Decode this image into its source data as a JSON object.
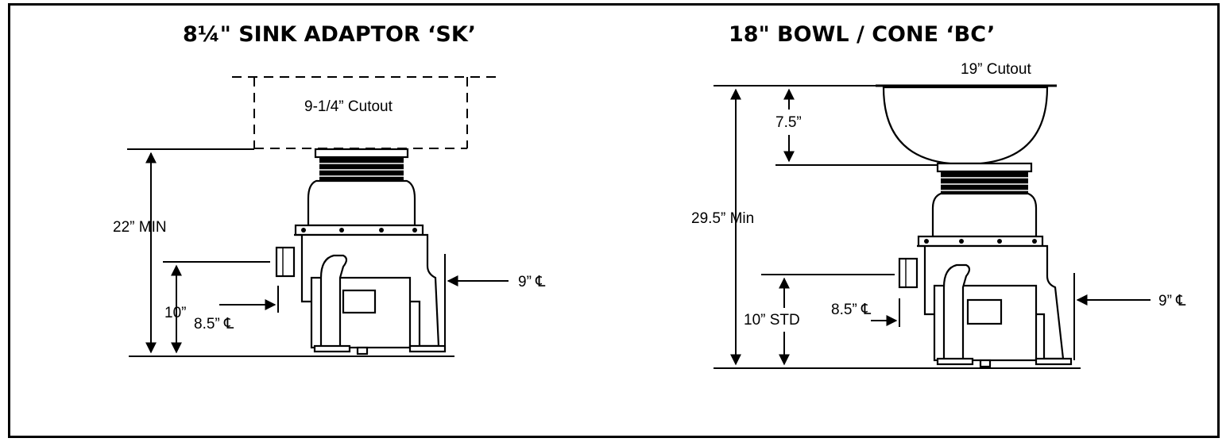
{
  "left_view": {
    "title": "8¼\" SINK ADAPTOR ‘SK’",
    "cutout_label": "9-1/4” Cutout",
    "dim_total": "22” MIN",
    "dim_inlet": "10”",
    "dim_inlet_cl": "8.5” ℄",
    "dim_outlet_cl": "9” ℄"
  },
  "right_view": {
    "title": "18\"  BOWL / CONE ‘BC’",
    "cutout_label": "19” Cutout",
    "dim_bowl": "7.5”",
    "dim_total": "29.5” Min",
    "dim_inlet": "10” STD",
    "dim_inlet_cl": "8.5” ℄",
    "dim_outlet_cl": "9” ℄"
  }
}
